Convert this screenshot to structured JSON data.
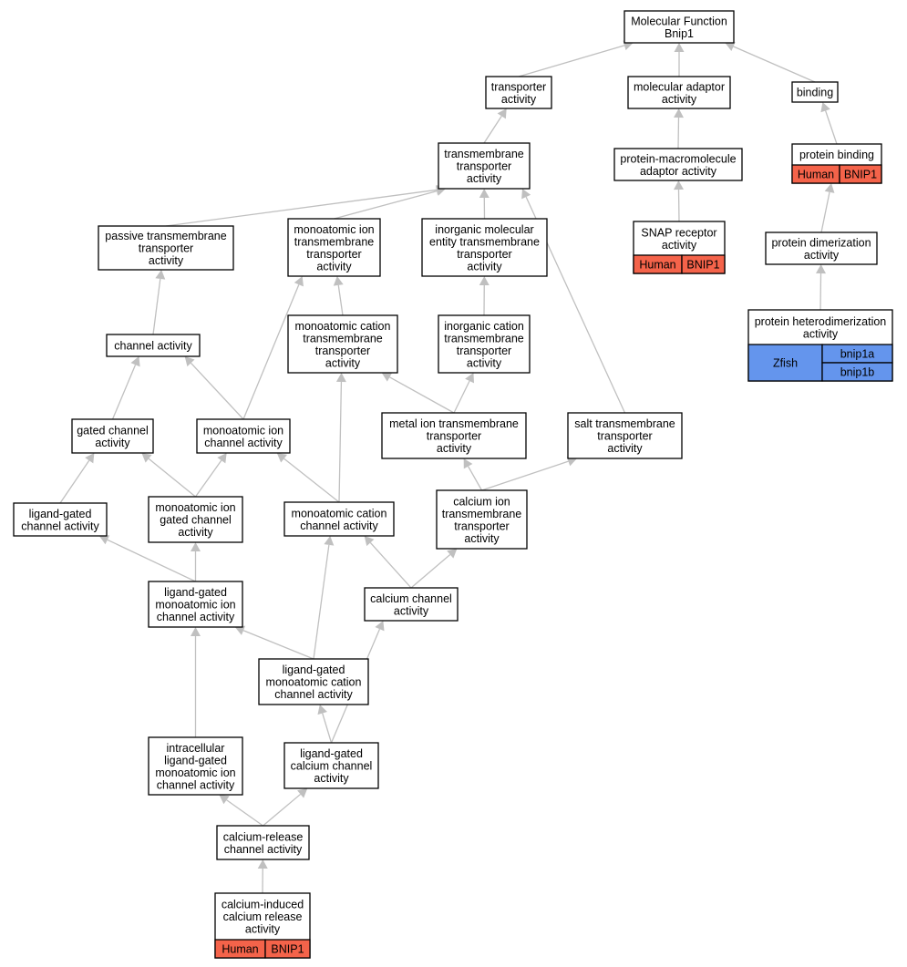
{
  "title": [
    "Molecular Function",
    "Bnip1"
  ],
  "colors": {
    "human": "#f4634a",
    "zfish": "#6495ed",
    "edge": "#c0c0c0",
    "border": "#000000"
  },
  "nodes": {
    "root": {
      "lines": [
        "Molecular Function",
        "Bnip1"
      ]
    },
    "transporter": {
      "lines": [
        "transporter",
        "activity"
      ]
    },
    "adaptor": {
      "lines": [
        "molecular adaptor",
        "activity"
      ]
    },
    "binding": {
      "lines": [
        "binding"
      ]
    },
    "tmt": {
      "lines": [
        "transmembrane",
        "transporter",
        "activity"
      ]
    },
    "pma": {
      "lines": [
        "protein-macromolecule",
        "adaptor activity"
      ]
    },
    "pbind": {
      "lines": [
        "protein binding"
      ],
      "annotation": {
        "species": "Human",
        "genes": [
          "BNIP1"
        ],
        "color": "human"
      }
    },
    "passive": {
      "lines": [
        "passive transmembrane",
        "transporter",
        "activity"
      ]
    },
    "monoion": {
      "lines": [
        "monoatomic ion",
        "transmembrane",
        "transporter",
        "activity"
      ]
    },
    "inorgmol": {
      "lines": [
        "inorganic molecular",
        "entity transmembrane",
        "transporter",
        "activity"
      ]
    },
    "snap": {
      "lines": [
        "SNAP receptor",
        "activity"
      ],
      "annotation": {
        "species": "Human",
        "genes": [
          "BNIP1"
        ],
        "color": "human"
      }
    },
    "pdimer": {
      "lines": [
        "protein dimerization",
        "activity"
      ]
    },
    "pheter": {
      "lines": [
        "protein heterodimerization",
        "activity"
      ],
      "annotation": {
        "species": "Zfish",
        "genes": [
          "bnip1a",
          "bnip1b"
        ],
        "color": "zfish"
      }
    },
    "channel": {
      "lines": [
        "channel activity"
      ]
    },
    "monocat": {
      "lines": [
        "monoatomic cation",
        "transmembrane",
        "transporter",
        "activity"
      ]
    },
    "inorgcat": {
      "lines": [
        "inorganic cation",
        "transmembrane",
        "transporter",
        "activity"
      ]
    },
    "gated": {
      "lines": [
        "gated channel",
        "activity"
      ]
    },
    "monoionch": {
      "lines": [
        "monoatomic ion",
        "channel activity"
      ]
    },
    "metal": {
      "lines": [
        "metal ion transmembrane",
        "transporter",
        "activity"
      ]
    },
    "salt": {
      "lines": [
        "salt transmembrane",
        "transporter",
        "activity"
      ]
    },
    "lgca": {
      "lines": [
        "ligand-gated",
        "channel activity"
      ]
    },
    "monogated": {
      "lines": [
        "monoatomic ion",
        "gated channel",
        "activity"
      ]
    },
    "monocatch": {
      "lines": [
        "monoatomic cation",
        "channel activity"
      ]
    },
    "caion": {
      "lines": [
        "calcium ion",
        "transmembrane",
        "transporter",
        "activity"
      ]
    },
    "lgmoi": {
      "lines": [
        "ligand-gated",
        "monoatomic ion",
        "channel activity"
      ]
    },
    "cach": {
      "lines": [
        "calcium channel",
        "activity"
      ]
    },
    "lgmoc": {
      "lines": [
        "ligand-gated",
        "monoatomic cation",
        "channel activity"
      ]
    },
    "intra": {
      "lines": [
        "intracellular",
        "ligand-gated",
        "monoatomic ion",
        "channel activity"
      ]
    },
    "lgcach": {
      "lines": [
        "ligand-gated",
        "calcium channel",
        "activity"
      ]
    },
    "carel": {
      "lines": [
        "calcium-release",
        "channel activity"
      ]
    },
    "cainduced": {
      "lines": [
        "calcium-induced",
        "calcium release",
        "activity"
      ],
      "annotation": {
        "species": "Human",
        "genes": [
          "BNIP1"
        ],
        "color": "human"
      }
    }
  },
  "edges": [
    [
      "transporter",
      "root"
    ],
    [
      "adaptor",
      "root"
    ],
    [
      "binding",
      "root"
    ],
    [
      "tmt",
      "transporter"
    ],
    [
      "pma",
      "adaptor"
    ],
    [
      "pbind",
      "binding"
    ],
    [
      "passive",
      "tmt"
    ],
    [
      "monoion",
      "tmt"
    ],
    [
      "inorgmol",
      "tmt"
    ],
    [
      "salt",
      "tmt"
    ],
    [
      "snap",
      "pma"
    ],
    [
      "pdimer",
      "pbind"
    ],
    [
      "pheter",
      "pdimer"
    ],
    [
      "channel",
      "passive"
    ],
    [
      "monocat",
      "monoion"
    ],
    [
      "monoionch",
      "monoion"
    ],
    [
      "inorgcat",
      "inorgmol"
    ],
    [
      "gated",
      "channel"
    ],
    [
      "monoionch",
      "channel"
    ],
    [
      "metal",
      "monocat"
    ],
    [
      "metal",
      "inorgcat"
    ],
    [
      "monocatch",
      "monocat"
    ],
    [
      "lgca",
      "gated"
    ],
    [
      "monogated",
      "gated"
    ],
    [
      "monogated",
      "monoionch"
    ],
    [
      "monocatch",
      "monoionch"
    ],
    [
      "caion",
      "metal"
    ],
    [
      "caion",
      "salt"
    ],
    [
      "lgmoi",
      "lgca"
    ],
    [
      "lgmoi",
      "monogated"
    ],
    [
      "cach",
      "monocatch"
    ],
    [
      "cach",
      "caion"
    ],
    [
      "lgmoc",
      "lgmoi"
    ],
    [
      "lgmoc",
      "monocatch"
    ],
    [
      "intra",
      "lgmoi"
    ],
    [
      "lgcach",
      "lgmoc"
    ],
    [
      "lgcach",
      "cach"
    ],
    [
      "carel",
      "intra"
    ],
    [
      "carel",
      "lgcach"
    ],
    [
      "cainduced",
      "carel"
    ]
  ]
}
